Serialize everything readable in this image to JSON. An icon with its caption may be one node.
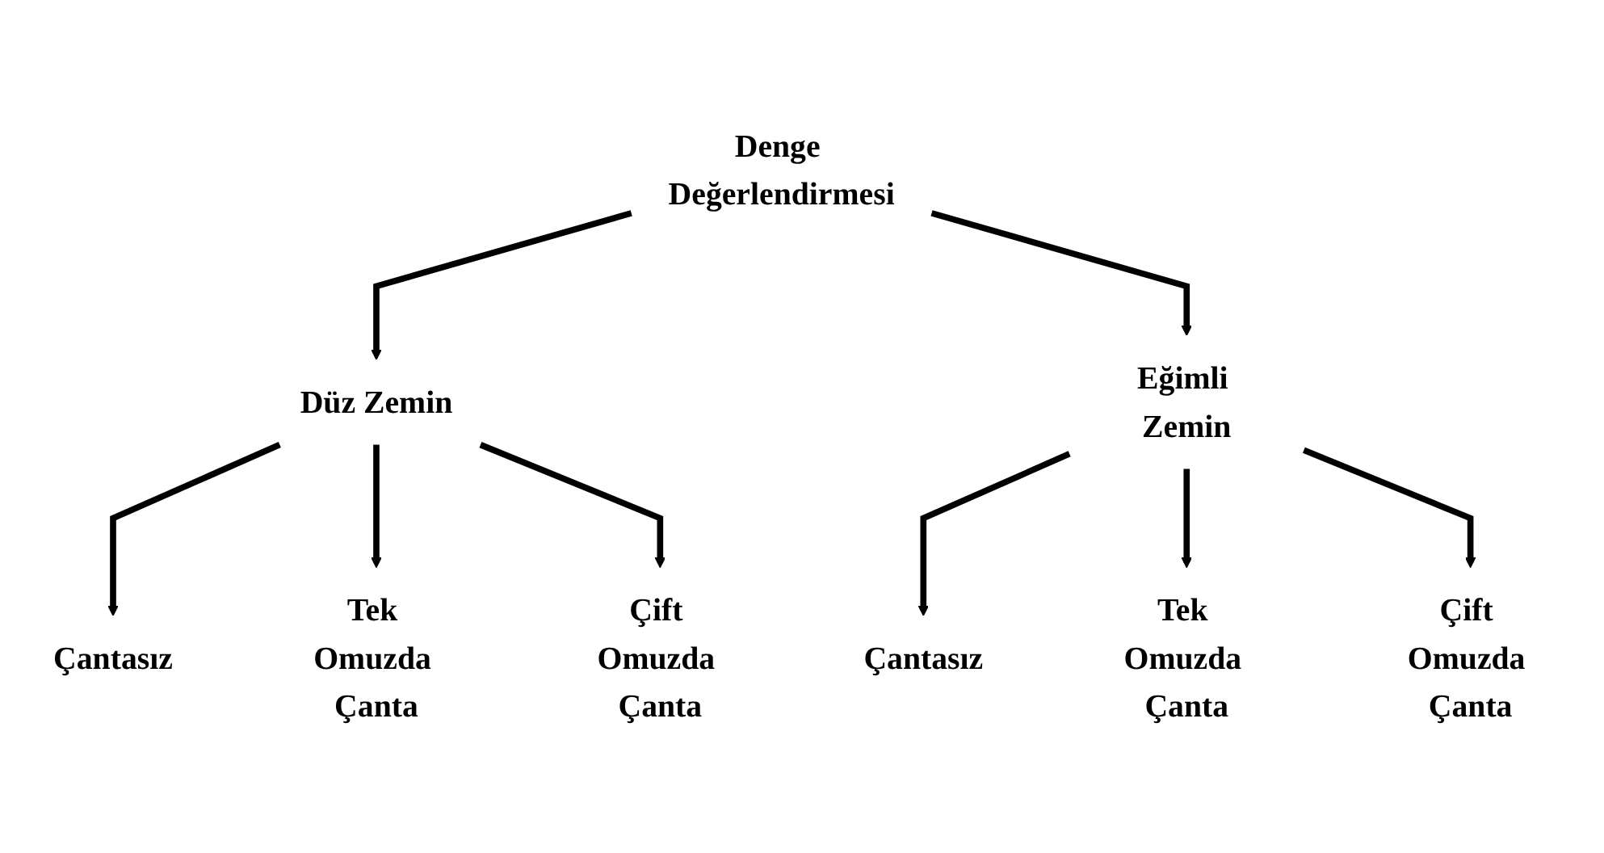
{
  "diagram": {
    "nodes": [
      {
        "text": [
          "Denge Değerlendirmesi"
        ]
      },
      {
        "text": [
          "Düz Zemin"
        ]
      },
      {
        "text": [
          "Eğimli Zemin"
        ]
      },
      {
        "text": [
          "Çantasız"
        ]
      },
      {
        "text": [
          "Tek Omuzda Çanta"
        ]
      },
      {
        "text": [
          "Çift Omuzda Çanta"
        ]
      },
      {
        "text": [
          "Çantasız"
        ]
      },
      {
        "text": [
          "Tek Omuzda Çanta"
        ]
      },
      {
        "text": [
          "Çift Omuzda Çanta"
        ]
      }
    ],
    "edges": [
      {
        "from": 0,
        "to": 1,
        "arrow": "to"
      },
      {
        "from": 0,
        "to": 2,
        "arrow": "to"
      },
      {
        "from": 1,
        "to": 3,
        "arrow": "to"
      },
      {
        "from": 1,
        "to": 4,
        "arrow": "to"
      },
      {
        "from": 1,
        "to": 5,
        "arrow": "to"
      },
      {
        "from": 2,
        "to": 6,
        "arrow": "to"
      },
      {
        "from": 2,
        "to": 7,
        "arrow": "to"
      },
      {
        "from": 2,
        "to": 8,
        "arrow": "to"
      }
    ]
  }
}
